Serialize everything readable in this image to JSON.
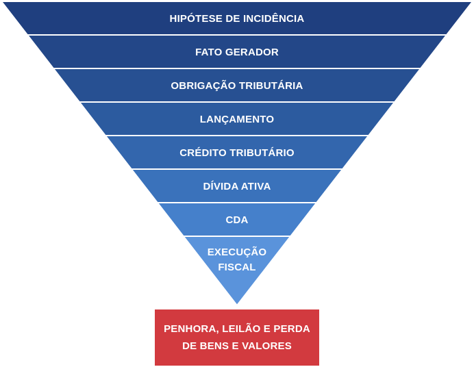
{
  "funnel": {
    "tiers": [
      {
        "label": "HIPÓTESE DE INCIDÊNCIA",
        "color": "#1f3f7f"
      },
      {
        "label": "FATO GERADOR",
        "color": "#234788"
      },
      {
        "label": "OBRIGAÇÃO TRIBUTÁRIA",
        "color": "#275092"
      },
      {
        "label": "LANÇAMENTO",
        "color": "#2c5b9f"
      },
      {
        "label": "CRÉDITO TRIBUTÁRIO",
        "color": "#3366ad"
      },
      {
        "label": "DÍVIDA ATIVA",
        "color": "#3a72bb"
      },
      {
        "label": "CDA",
        "color": "#4580cb"
      },
      {
        "label": "EXECUÇÃO\nFISCAL",
        "color": "#5a93db"
      }
    ]
  },
  "outcome": {
    "label": "PENHORA, LEILÃO E PERDA\nDE BENS E VALORES",
    "color": "#d23a3f"
  }
}
